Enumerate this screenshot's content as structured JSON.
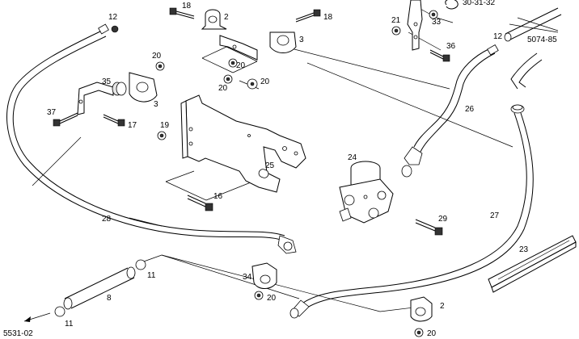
{
  "diagram": {
    "drawing_number": "5531-02",
    "cross_references": {
      "ref_30_31_32": "30-31-32",
      "ref_5074_85": "5074-85"
    },
    "labels": {
      "l12a": "12",
      "l18a": "18",
      "l2a": "2",
      "l18b": "18",
      "l3a": "3",
      "l21": "21",
      "l33": "33",
      "l20a": "20",
      "l20b": "20",
      "l20c": "20",
      "l20d": "20",
      "l35": "35",
      "l3b": "3",
      "l36": "36",
      "l12b": "12",
      "l37": "37",
      "l17": "17",
      "l19": "19",
      "l26": "26",
      "l24": "24",
      "l25": "25",
      "l16": "16",
      "l28": "28",
      "l29": "29",
      "l27": "27",
      "l23": "23",
      "l11a": "11",
      "l8": "8",
      "l11b": "11",
      "l34": "34",
      "l20e": "20",
      "l2b": "2",
      "l20f": "20"
    }
  }
}
